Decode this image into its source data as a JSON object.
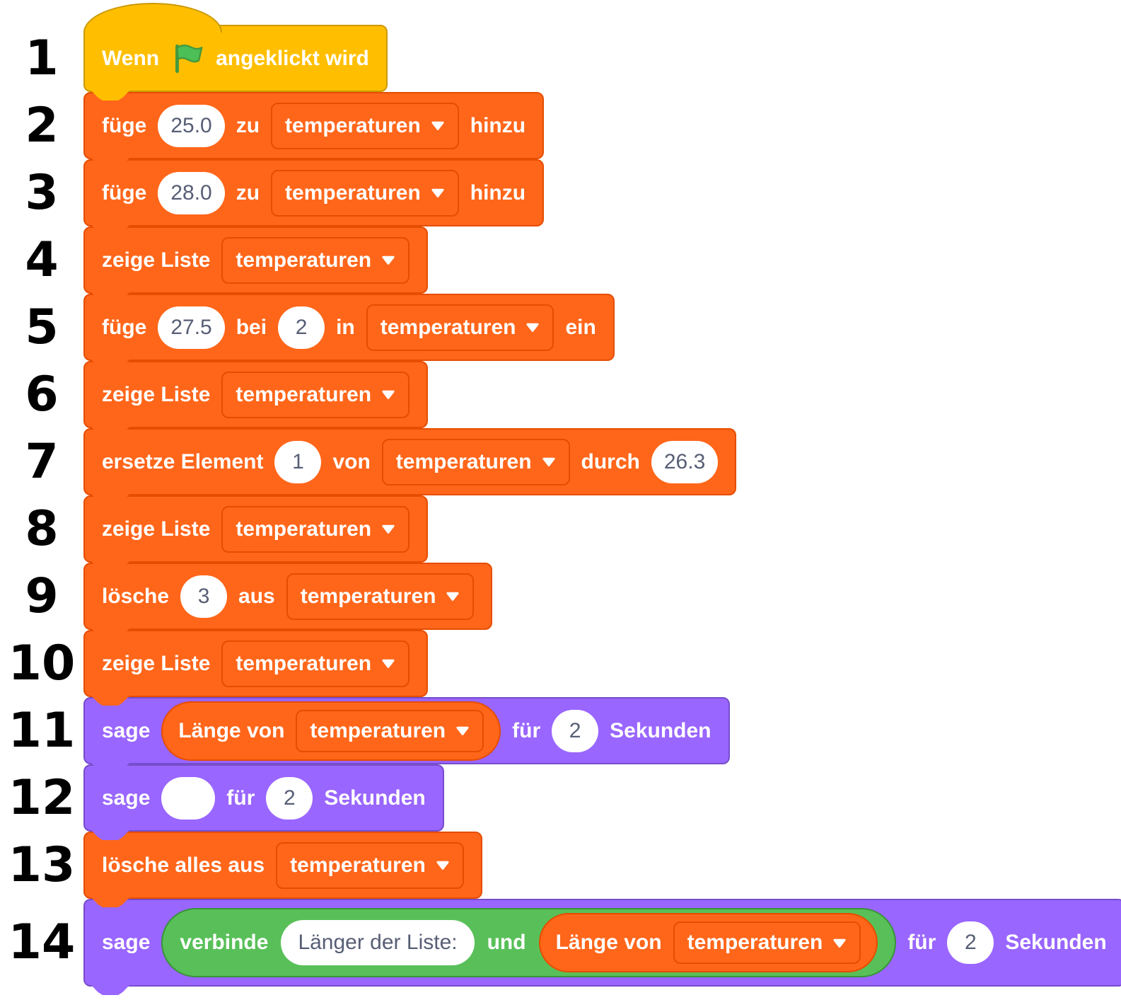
{
  "colors": {
    "events_yellow": "#FFBF00",
    "events_stroke": "#CC9900",
    "list_orange": "#FF661A",
    "list_stroke": "#E64D00",
    "looks_purple": "#9966FF",
    "looks_stroke": "#774DCB",
    "operator_green": "#59C059",
    "operator_stroke": "#389438",
    "flag_green": "#4CBF56",
    "input_text": "#575E75"
  },
  "rows": [
    {
      "num": "1",
      "t1": "Wenn",
      "icon": "green-flag-icon",
      "t2": "angeklickt wird"
    },
    {
      "num": "2",
      "t1": "füge",
      "v1": "25.0",
      "t2": "zu",
      "list": "temperaturen",
      "t3": "hinzu"
    },
    {
      "num": "3",
      "t1": "füge",
      "v1": "28.0",
      "t2": "zu",
      "list": "temperaturen",
      "t3": "hinzu"
    },
    {
      "num": "4",
      "t1": "zeige Liste",
      "list": "temperaturen"
    },
    {
      "num": "5",
      "t1": "füge",
      "v1": "27.5",
      "t2": "bei",
      "v2": "2",
      "t3": "in",
      "list": "temperaturen",
      "t4": "ein"
    },
    {
      "num": "6",
      "t1": "zeige Liste",
      "list": "temperaturen"
    },
    {
      "num": "7",
      "t1": "ersetze Element",
      "v1": "1",
      "t2": "von",
      "list": "temperaturen",
      "t3": "durch",
      "v2": "26.3"
    },
    {
      "num": "8",
      "t1": "zeige Liste",
      "list": "temperaturen"
    },
    {
      "num": "9",
      "t1": "lösche",
      "v1": "3",
      "t2": "aus",
      "list": "temperaturen"
    },
    {
      "num": "10",
      "t1": "zeige Liste",
      "list": "temperaturen"
    },
    {
      "num": "11",
      "t1": "sage",
      "rep": "Länge von",
      "list": "temperaturen",
      "t2": "für",
      "v1": "2",
      "t3": "Sekunden"
    },
    {
      "num": "12",
      "t1": "sage",
      "v0": "",
      "t2": "für",
      "v1": "2",
      "t3": "Sekunden"
    },
    {
      "num": "13",
      "t1": "lösche alles aus",
      "list": "temperaturen"
    },
    {
      "num": "14",
      "t1": "sage",
      "join": "verbinde",
      "j1": "Länger der Liste:",
      "jand": "und",
      "rep": "Länge von",
      "list": "temperaturen",
      "t2": "für",
      "v1": "2",
      "t3": "Sekunden"
    }
  ]
}
